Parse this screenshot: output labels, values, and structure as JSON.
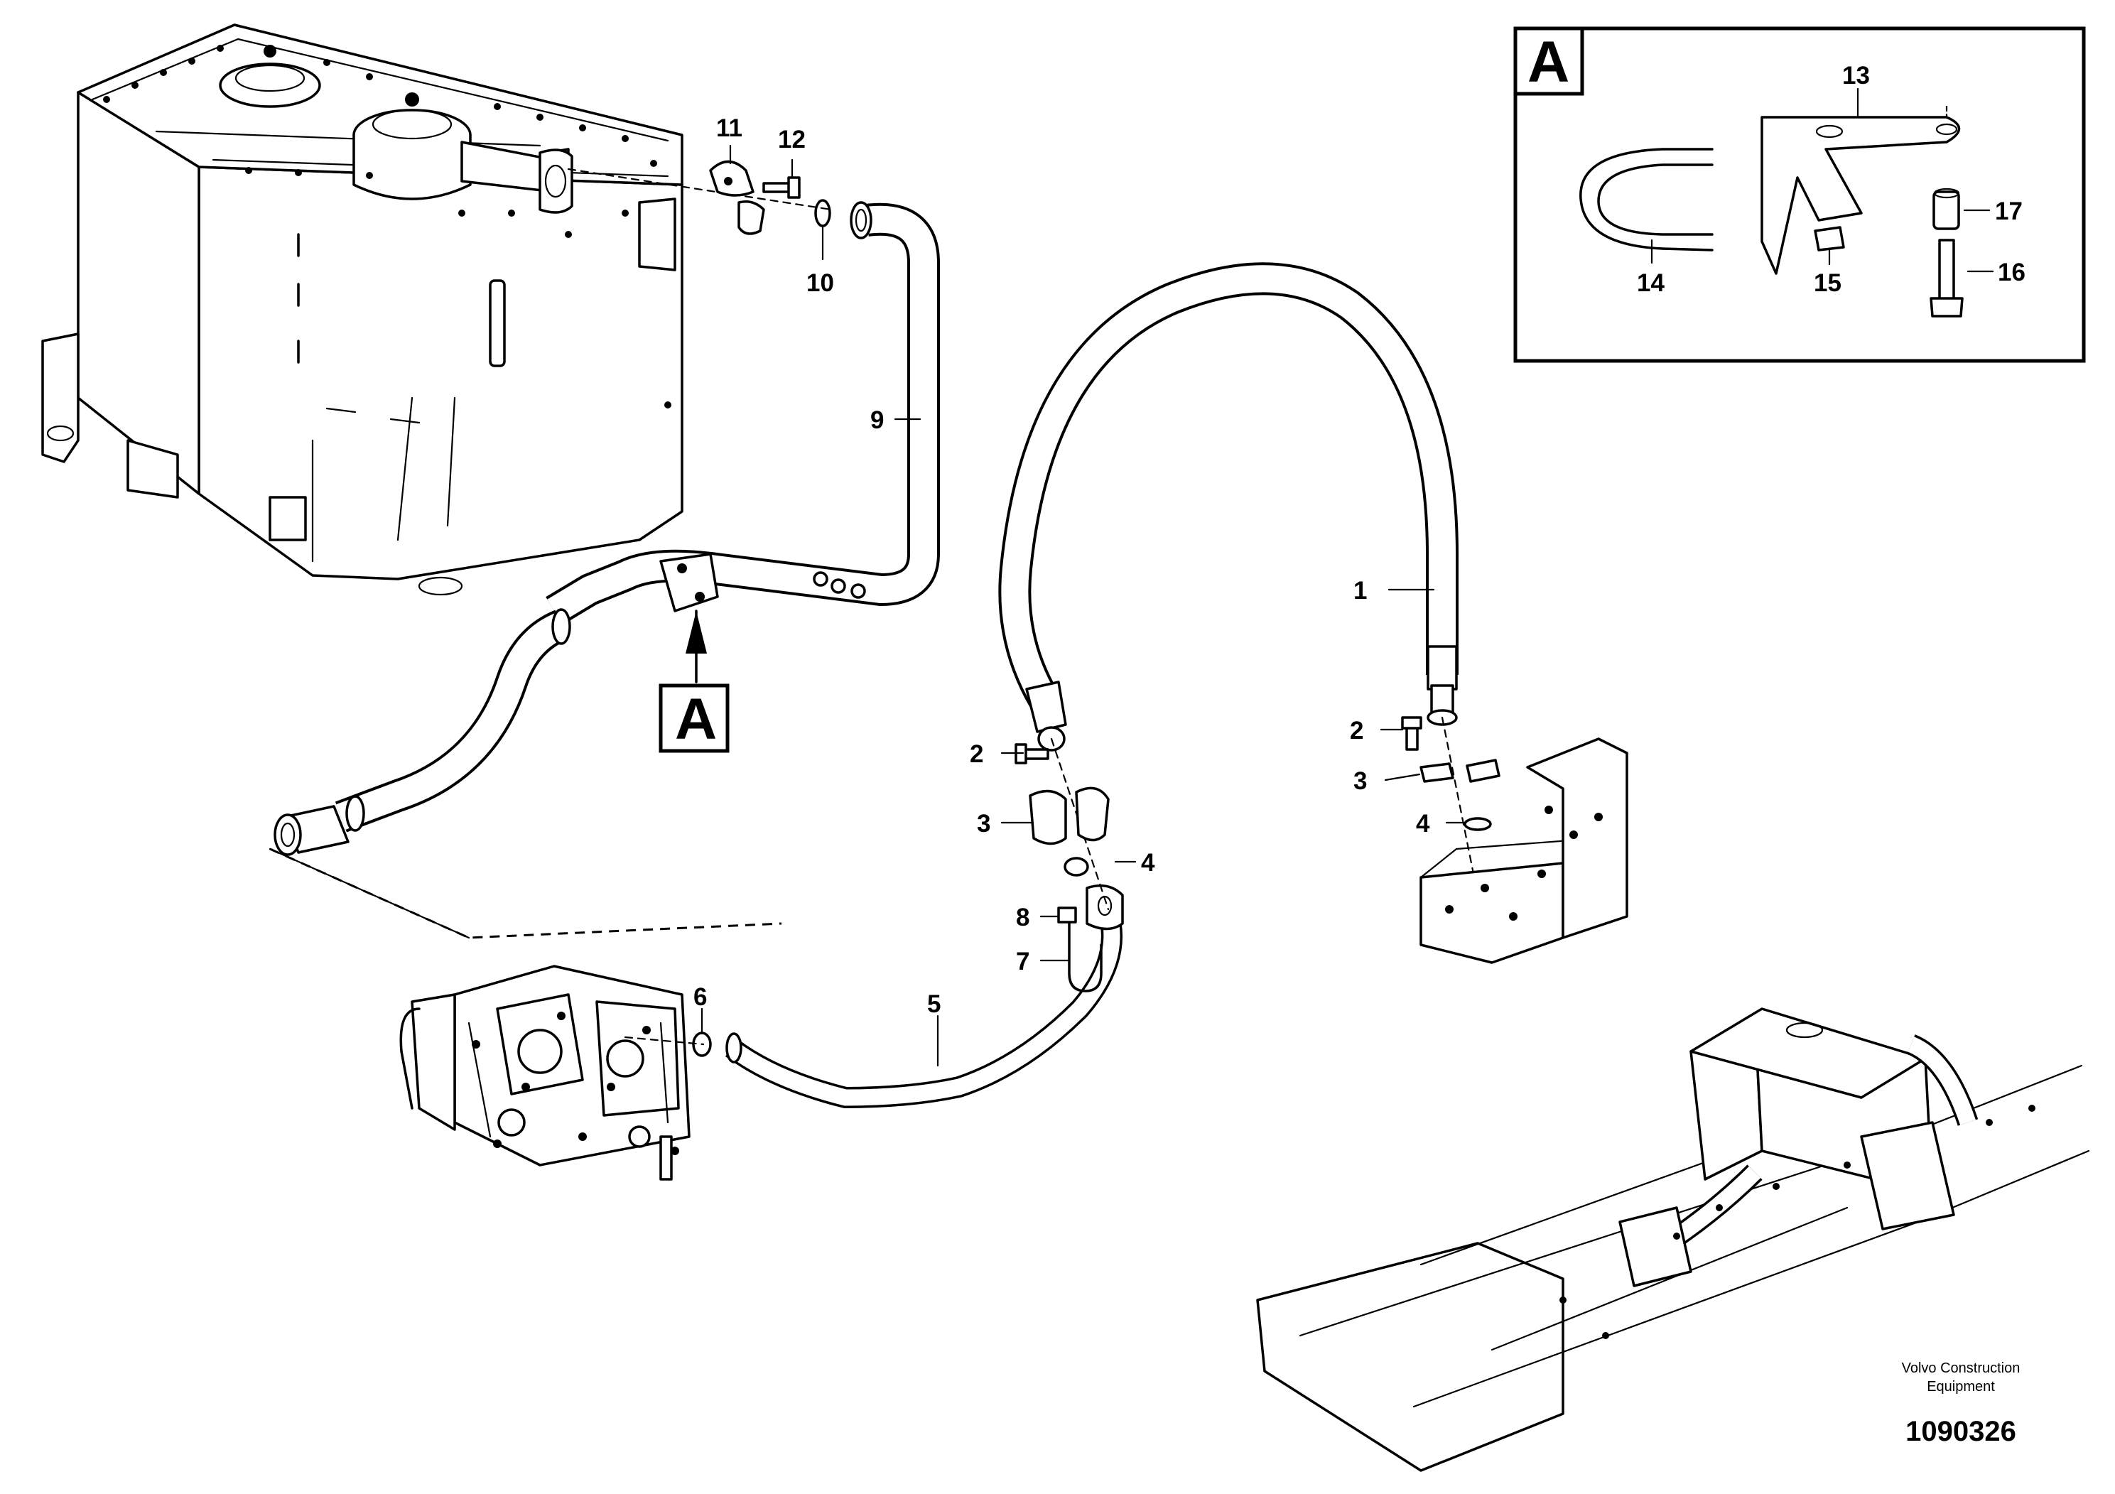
{
  "callouts": [
    {
      "id": "callout-1",
      "text": "1"
    },
    {
      "id": "callout-2-left",
      "text": "2"
    },
    {
      "id": "callout-3-left",
      "text": "3"
    },
    {
      "id": "callout-4-left",
      "text": "4"
    },
    {
      "id": "callout-5",
      "text": "5"
    },
    {
      "id": "callout-6",
      "text": "6"
    },
    {
      "id": "callout-7",
      "text": "7"
    },
    {
      "id": "callout-8",
      "text": "8"
    },
    {
      "id": "callout-9",
      "text": "9"
    },
    {
      "id": "callout-10",
      "text": "10"
    },
    {
      "id": "callout-11",
      "text": "11"
    },
    {
      "id": "callout-12",
      "text": "12"
    },
    {
      "id": "callout-2-right",
      "text": "2"
    },
    {
      "id": "callout-3-right",
      "text": "3"
    },
    {
      "id": "callout-4-right",
      "text": "4"
    },
    {
      "id": "callout-13",
      "text": "13"
    },
    {
      "id": "callout-14",
      "text": "14"
    },
    {
      "id": "callout-15",
      "text": "15"
    },
    {
      "id": "callout-16",
      "text": "16"
    },
    {
      "id": "callout-17",
      "text": "17"
    }
  ],
  "detail_view": {
    "letter": "A"
  },
  "section_marker": {
    "letter": "A"
  },
  "footer": {
    "brand_line1": "Volvo Construction",
    "brand_line2": "Equipment",
    "document_number": "1090326"
  }
}
